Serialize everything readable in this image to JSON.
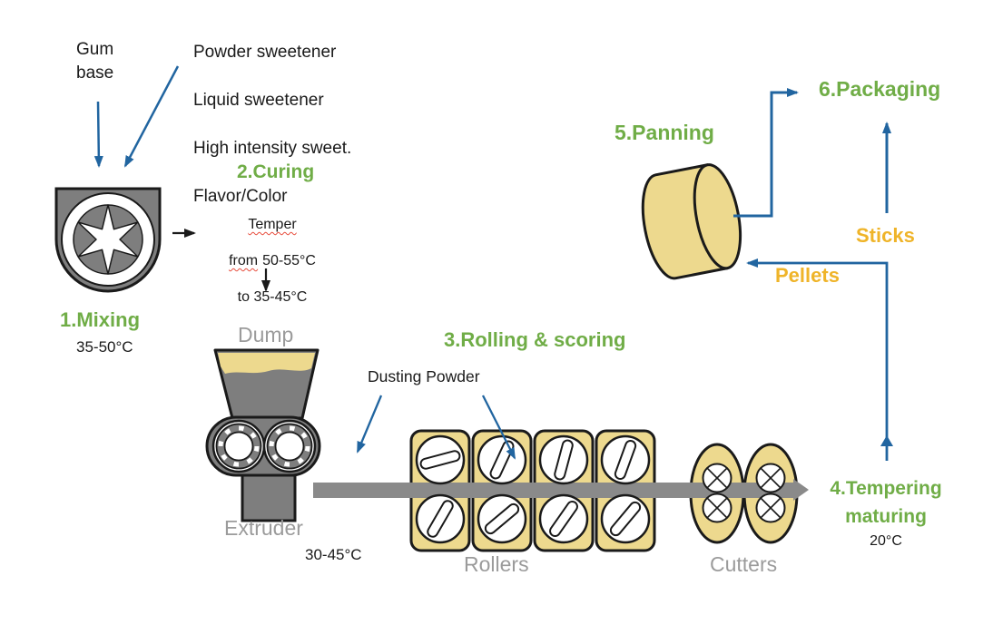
{
  "colors": {
    "step_green": "#70AD47",
    "flow_blue": "#2165A0",
    "product_gold": "#EFB429",
    "machine_khaki": "#EDD98E",
    "machine_gray": "#7E7E7E",
    "label_gray": "#9B9B9B"
  },
  "ingredients": {
    "gum_base": "Gum\nbase",
    "additives": [
      "Powder sweetener",
      "Liquid sweetener",
      "High intensity sweet.",
      "Flavor/Color"
    ]
  },
  "steps": {
    "mixing": {
      "label": "1.Mixing",
      "temp": "35-50°C"
    },
    "curing": {
      "label": "2.Curing",
      "note_line1": "Temper",
      "note_from": "from",
      "note_range": "50-55°C",
      "note_line3": "to 35-45°C"
    },
    "rolling": {
      "label": "3.Rolling & scoring"
    },
    "tempering": {
      "label": "4.Tempering\nmaturing",
      "temp": "20°C"
    },
    "panning": {
      "label": "5.Panning"
    },
    "packaging": {
      "label": "6.Packaging"
    }
  },
  "equipment": {
    "dump": "Dump",
    "extruder": "Extruder",
    "extruder_temp": "30-45°C",
    "rollers": "Rollers",
    "cutters": "Cutters"
  },
  "annotations": {
    "dusting_powder": "Dusting Powder",
    "sticks": "Sticks",
    "pellets": "Pellets"
  }
}
